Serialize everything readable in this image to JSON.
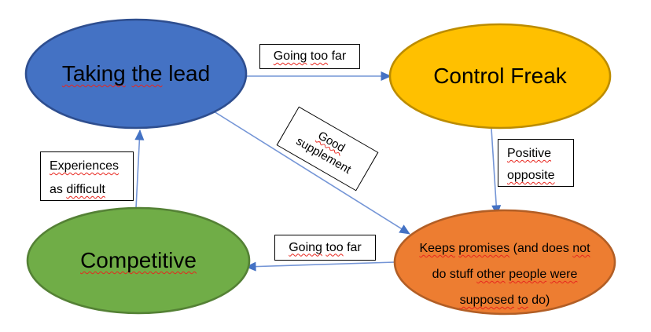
{
  "colors": {
    "background": "#ffffff",
    "text": "#000000",
    "squiggle": "#e8251d",
    "label_border": "#000000",
    "arrow_line": "#7495d6",
    "arrow_head": "#4472c4"
  },
  "nodes": {
    "taking_the_lead": {
      "label": "Taking the lead",
      "fill": "#4472c4",
      "stroke": "#2e4e8f",
      "segments": [
        {
          "t": "Taking",
          "sp": true
        },
        {
          "t": " ",
          "sp": false
        },
        {
          "t": "the",
          "sp": true
        },
        {
          "t": " lead",
          "sp": false
        }
      ]
    },
    "control_freak": {
      "label": "Control Freak",
      "fill": "#ffc000",
      "stroke": "#bc8c00",
      "segments": [
        {
          "t": "Control Freak",
          "sp": false
        }
      ]
    },
    "competitive": {
      "label": "Competitive",
      "fill": "#70ad47",
      "stroke": "#548135",
      "segments": [
        {
          "t": "Competitive",
          "sp": true
        }
      ]
    },
    "keeps_promises": {
      "label": "Keeps promises (and does not do stuff other people were supposed to do)",
      "fill": "#ed7d31",
      "stroke": "#b25e25",
      "lines": [
        [
          {
            "t": "Keeps",
            "sp": true
          },
          {
            "t": " ",
            "sp": false
          },
          {
            "t": "promises",
            "sp": true
          },
          {
            "t": " (and does ",
            "sp": false
          },
          {
            "t": "not",
            "sp": true
          }
        ],
        [
          {
            "t": "do stuff ",
            "sp": false
          },
          {
            "t": "other",
            "sp": true
          },
          {
            "t": " ",
            "sp": false
          },
          {
            "t": "people",
            "sp": true
          },
          {
            "t": " ",
            "sp": false
          },
          {
            "t": "were",
            "sp": true
          }
        ],
        [
          {
            "t": "supposed",
            "sp": true
          },
          {
            "t": " ",
            "sp": false
          },
          {
            "t": "to",
            "sp": true
          },
          {
            "t": " do)",
            "sp": false
          }
        ]
      ]
    }
  },
  "edge_labels": {
    "going_too_far_top": {
      "label": "Going too far",
      "segments": [
        {
          "t": "Going",
          "sp": true
        },
        {
          "t": " ",
          "sp": false
        },
        {
          "t": "too",
          "sp": true
        },
        {
          "t": " far",
          "sp": false
        }
      ]
    },
    "good_supplement": {
      "label": "Good supplement",
      "lines": [
        [
          {
            "t": "Good",
            "sp": true
          }
        ],
        [
          {
            "t": "supplement",
            "sp": false
          }
        ]
      ]
    },
    "positive_opposite": {
      "label": "Positive opposite",
      "lines": [
        [
          {
            "t": "Positive",
            "sp": true
          }
        ],
        [
          {
            "t": "opposite",
            "sp": true
          }
        ]
      ]
    },
    "experiences_as_difficult": {
      "label": "Experiences as difficult",
      "lines": [
        [
          {
            "t": "Experiences",
            "sp": true
          }
        ],
        [
          {
            "t": "as ",
            "sp": false
          },
          {
            "t": "difficult",
            "sp": true
          }
        ]
      ]
    },
    "going_too_far_bottom": {
      "label": "Going too far",
      "segments": [
        {
          "t": "Going",
          "sp": true
        },
        {
          "t": " ",
          "sp": false
        },
        {
          "t": "too",
          "sp": true
        },
        {
          "t": " far",
          "sp": false
        }
      ]
    }
  }
}
